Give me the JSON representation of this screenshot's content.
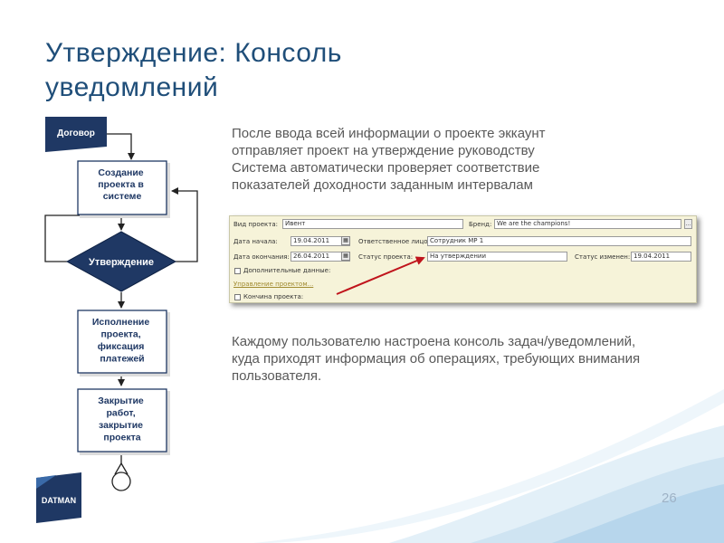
{
  "slide": {
    "title_line1": "Утверждение: Консоль",
    "title_line2": "уведомлений",
    "paragraph1": [
      "После ввода всей информации о проекте эккаунт",
      "отправляет проект на утверждение руководству",
      "Система автоматически проверяет соответствие",
      "показателей доходности заданным интервалам"
    ],
    "paragraph2": [
      "Каждому пользователю настроена консоль задач/уведомлений,",
      "куда приходят информация об операциях, требующих внимания",
      "пользователя."
    ],
    "page_number": "26",
    "logo_text": "DATMAN"
  },
  "flowchart": {
    "contract": "Договор",
    "create": [
      "Создание",
      "проекта в",
      "системе"
    ],
    "approve": "Утверждение",
    "execute": [
      "Исполнение",
      "проекта,",
      "фиксация",
      "платежей"
    ],
    "close": [
      "Закрытие",
      "работ,",
      "закрытие",
      "проекта"
    ]
  },
  "form": {
    "project_type_label": "Вид проекта:",
    "project_type_value": "Ивент",
    "brand_label": "Бренд:",
    "brand_value": "We are the champions!",
    "start_date_label": "Дата начала:",
    "start_date_value": "19.04.2011",
    "responsible_label": "Ответственное лицо:",
    "responsible_value": "Сотрудник МР 1",
    "end_date_label": "Дата окончания:",
    "end_date_value": "26.04.2011",
    "status_label": "Статус проекта:",
    "status_value": "На утверждении",
    "status_changed_label": "Статус изменен:",
    "status_changed_value": "19.04.2011",
    "additional_data_label": "Дополнительные данные:",
    "project_management_label": "Управление проектом...",
    "project_closing_label": "Кончина проекта:"
  },
  "colors": {
    "title": "#1f4e79",
    "flow_box_border": "#1f3864",
    "flow_shape_fill": "#1f3864",
    "body_text": "#595959",
    "form_background": "#f6f3d9",
    "annotation_arrow": "#c0141c",
    "logo_fill": "#1f3864"
  }
}
